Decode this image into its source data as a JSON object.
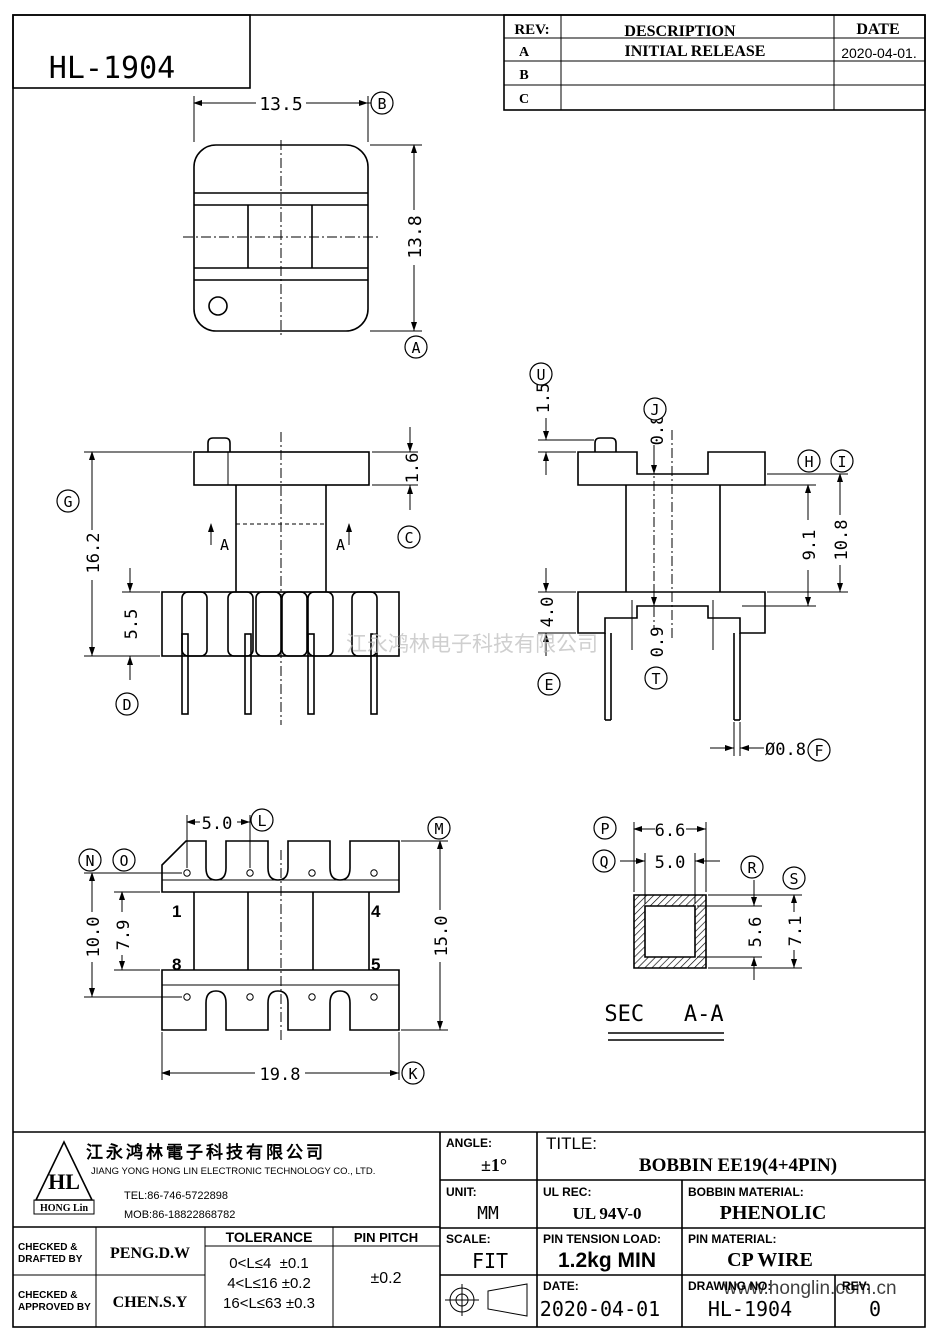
{
  "part_no": "HL-1904",
  "revision_block": {
    "headers": [
      "REV:",
      "DESCRIPTION",
      "DATE"
    ],
    "rows": [
      {
        "rev": "A",
        "description": "INITIAL RELEASE",
        "date": "2020-04-01."
      },
      {
        "rev": "B",
        "description": "",
        "date": ""
      },
      {
        "rev": "C",
        "description": "",
        "date": ""
      }
    ]
  },
  "dimensions": {
    "top_width": "13.5",
    "top_height": "13.8",
    "flange_thk": "1.6",
    "overall_height": "16.2",
    "base_height": "5.5",
    "side_pin_offset": "1.5",
    "slot_depth": "0.8",
    "winding_width": "9.1",
    "flange_gap": "10.8",
    "base_h2": "4.0",
    "slot_thk": "0.9",
    "pin_dia": "Ø0.8",
    "pin_pitch": "5.0",
    "total_depth": "15.0",
    "row_span": "10.0",
    "inner_span": "7.9",
    "total_length": "19.8",
    "sec_outer": "6.6",
    "sec_inner": "5.0",
    "sec_inner_h": "5.6",
    "sec_outer_h": "7.1"
  },
  "callouts": [
    "A",
    "B",
    "C",
    "D",
    "E",
    "F",
    "G",
    "H",
    "I",
    "J",
    "K",
    "L",
    "M",
    "N",
    "O",
    "P",
    "Q",
    "R",
    "S",
    "T",
    "U"
  ],
  "section_label": "SEC   A-A",
  "section_marks": [
    "A",
    "A"
  ],
  "pin_numbers": [
    "1",
    "4",
    "8",
    "5"
  ],
  "watermark": "江永鸿林电子科技有限公司",
  "title_block": {
    "company_cn": "江永鸿林電子科技有限公司",
    "company_en": "JIANG YONG HONG LIN ELECTRONIC TECHNOLOGY CO., LTD.",
    "logo_text": "HL",
    "logo_sub": "HONG Lin",
    "tel": "TEL:86-746-5722898",
    "mob": "MOB:86-18822868782",
    "checked_drafted_label": "CHECKED &\nDRAFTED BY",
    "checked_drafted": "PENG.D.W",
    "checked_approved_label": "CHECKED &\nAPPROVED BY",
    "checked_approved": "CHEN.S.Y",
    "tolerance_label": "TOLERANCE",
    "tolerances": [
      "0<L≤4  ±0.1",
      "4<L≤16 ±0.2",
      "16<L≤63 ±0.3"
    ],
    "pin_pitch_label": "PIN PITCH",
    "pin_pitch_tol": "±0.2",
    "angle_label": "ANGLE:",
    "angle": "±1°",
    "unit_label": "UNIT:",
    "unit": "MM",
    "scale_label": "SCALE:",
    "scale": "FIT",
    "title_label": "TITLE:",
    "title": "BOBBIN EE19(4+4PIN)",
    "ul_label": "UL REC:",
    "ul": "UL 94V-0",
    "bobbin_mat_label": "BOBBIN MATERIAL:",
    "bobbin_mat": "PHENOLIC",
    "pin_tension_label": "PIN TENSION LOAD:",
    "pin_tension": "1.2kg MIN",
    "pin_mat_label": "PIN MATERIAL:",
    "pin_mat": "CP WIRE",
    "date_label": "DATE:",
    "date": "2020-04-01",
    "drawing_no_label": "DRAWING NO:",
    "drawing_no": "HL-1904",
    "rev_label": "REV:",
    "rev": "0",
    "url_watermark": "www.honglin.com.cn"
  }
}
